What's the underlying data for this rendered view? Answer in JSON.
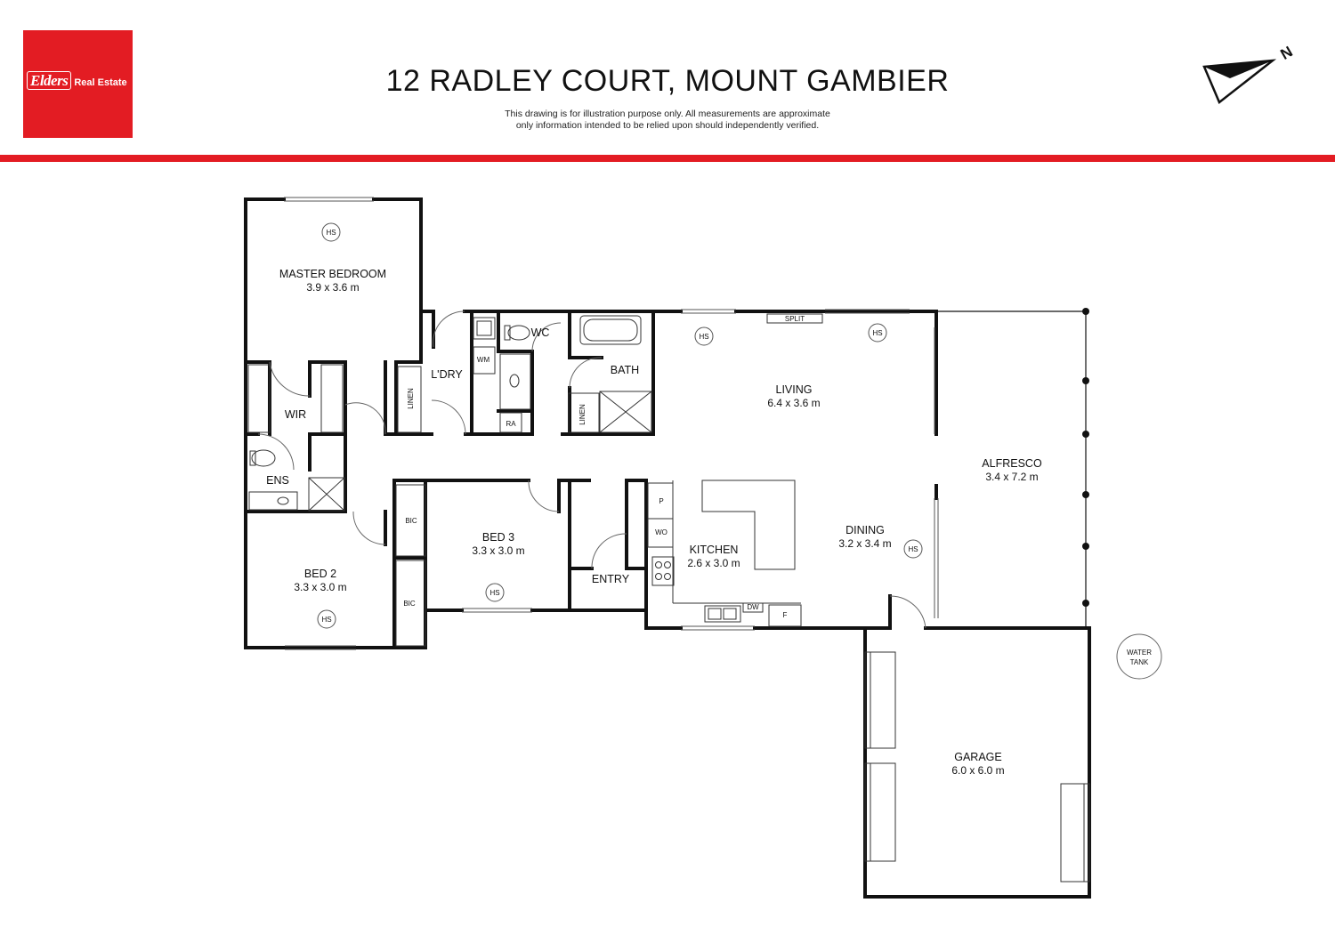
{
  "brand": {
    "name": "Elders",
    "suffix": "Real Estate",
    "color": "#e31c23"
  },
  "header": {
    "title": "12 RADLEY COURT, MOUNT GAMBIER",
    "disclaimer_line1": "This drawing is for illustration purpose only. All measurements are approximate",
    "disclaimer_line2": "only information intended to be relied upon should independently verified."
  },
  "north_arrow": {
    "label": "N",
    "icon": "north-arrow-icon"
  },
  "rooms": {
    "master": {
      "name": "MASTER BEDROOM",
      "dims": "3.9 x 3.6 m"
    },
    "wir": {
      "name": "WIR"
    },
    "ens": {
      "name": "ENS"
    },
    "bed2": {
      "name": "BED 2",
      "dims": "3.3 x 3.0 m"
    },
    "bed3": {
      "name": "BED 3",
      "dims": "3.3 x 3.0 m"
    },
    "laundry": {
      "name": "L'DRY"
    },
    "wc": {
      "name": "WC"
    },
    "bath": {
      "name": "BATH"
    },
    "living": {
      "name": "LIVING",
      "dims": "6.4 x 3.6 m"
    },
    "kitchen": {
      "name": "KITCHEN",
      "dims": "2.6 x 3.0 m"
    },
    "dining": {
      "name": "DINING",
      "dims": "3.2 x 3.4 m"
    },
    "entry": {
      "name": "ENTRY"
    },
    "alfresco": {
      "name": "ALFRESCO",
      "dims": "3.4 x 7.2 m"
    },
    "garage": {
      "name": "GARAGE",
      "dims": "6.0 x 6.0 m"
    }
  },
  "fixtures": {
    "hs": "HS",
    "split": "SPLIT",
    "linen": "LINEN",
    "wm": "WM",
    "ra": "RA",
    "bic": "BIC",
    "pantry": "P",
    "wall_oven": "WO",
    "dishwasher": "DW",
    "fridge": "F"
  },
  "water_tank": {
    "line1": "WATER",
    "line2": "TANK"
  }
}
